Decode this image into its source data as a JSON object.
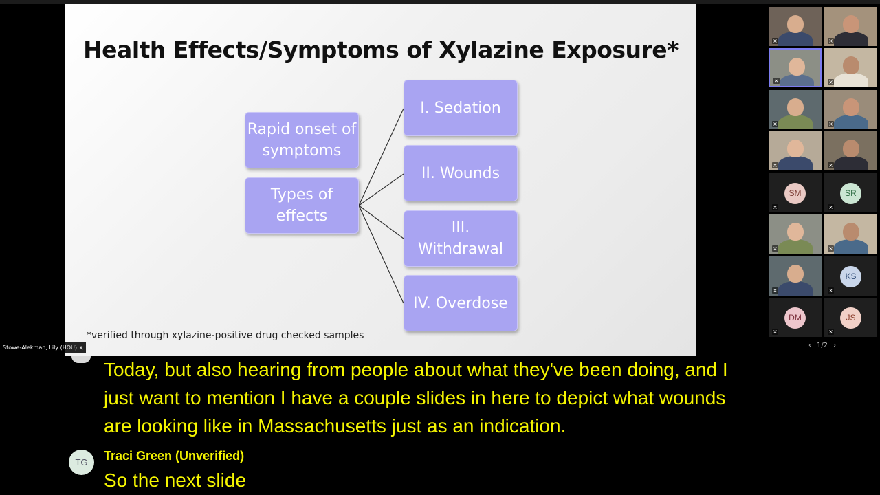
{
  "slide": {
    "title": "Health Effects/Symptoms of Xylazine Exposure*",
    "left_boxes": [
      "Rapid onset of symptoms",
      "Types of effects"
    ],
    "right_boxes": [
      "I. Sedation",
      "II. Wounds",
      "III. Withdrawal",
      "IV. Overdose"
    ],
    "footnote": "*verified through xylazine-positive drug checked samples",
    "box_color": "#a9a4f2"
  },
  "presenter_tag": {
    "name": "Stowe-Alekman, Lily (HOU)",
    "icon": "mic-muted-icon"
  },
  "gallery": {
    "tiles": [
      {
        "type": "video"
      },
      {
        "type": "video"
      },
      {
        "type": "video",
        "active": true
      },
      {
        "type": "video"
      },
      {
        "type": "video"
      },
      {
        "type": "video"
      },
      {
        "type": "video"
      },
      {
        "type": "video"
      },
      {
        "type": "avatar",
        "initials": "SM",
        "color": "#e9c9c4",
        "text_color": "#7a3b33"
      },
      {
        "type": "avatar",
        "initials": "SR",
        "color": "#cbe6d3",
        "text_color": "#2f6e45"
      },
      {
        "type": "video"
      },
      {
        "type": "video"
      },
      {
        "type": "video"
      },
      {
        "type": "avatar",
        "initials": "KS",
        "color": "#c9d6ea",
        "text_color": "#34507a"
      },
      {
        "type": "avatar",
        "initials": "DM",
        "color": "#edc6cc",
        "text_color": "#7a2e3a"
      },
      {
        "type": "avatar",
        "initials": "JS",
        "color": "#f1d0c7",
        "text_color": "#8a3e2c"
      }
    ],
    "page": "1/2"
  },
  "captions": {
    "lines": [
      "Today, but also hearing from people about what they've been doing, and I",
      "just want to mention I have a couple slides in here to depict what wounds",
      "are looking like in Massachusetts just as an indication."
    ],
    "speaker_initials": "TG",
    "speaker": "Traci Green (Unverified)",
    "speaker_text": "So the next slide",
    "text_color": "#f5f500"
  }
}
